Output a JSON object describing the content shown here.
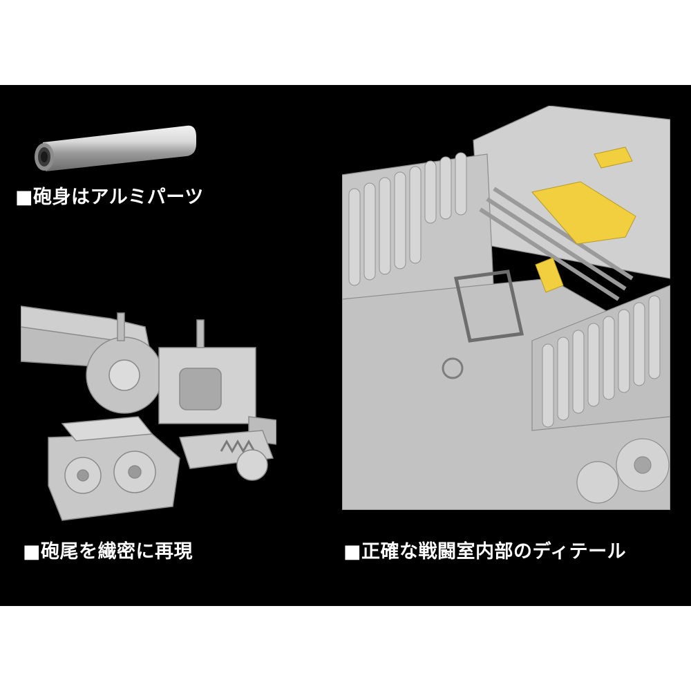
{
  "captions": {
    "barrel": "■砲身はアルミパーツ",
    "breech": "■砲尾を繊密に再現",
    "interior": "■正確な戦闘室内部のディテール"
  },
  "colors": {
    "panel_background": "#000000",
    "page_background": "#ffffff",
    "model_gray": "#c9c9c9",
    "photo_etch_yellow": "#f1cf3e"
  },
  "images": {
    "barrel": "aluminum-barrel-icon",
    "breech": "gun-breech-illustration",
    "interior": "fighting-compartment-illustration"
  }
}
